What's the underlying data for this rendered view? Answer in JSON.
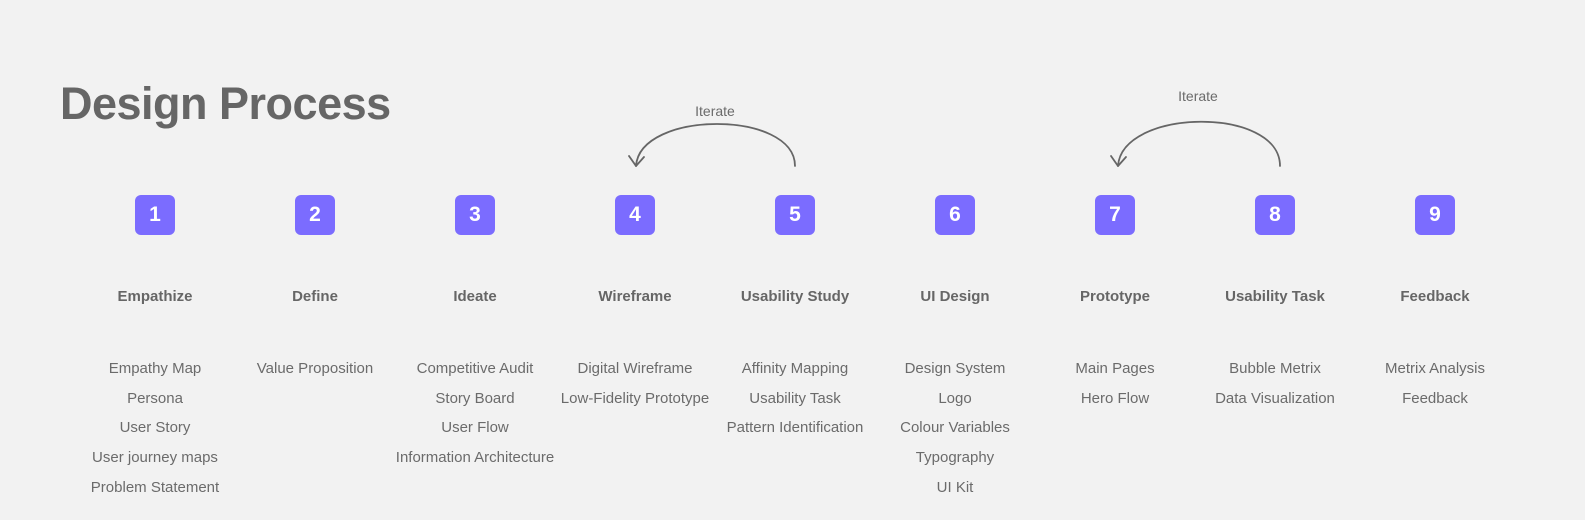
{
  "title": "Design Process",
  "accent_color": "#7b6cff",
  "iterations": [
    {
      "label": "Iterate",
      "from_step": 5,
      "to_step": 4
    },
    {
      "label": "Iterate",
      "from_step": 8,
      "to_step": 7
    }
  ],
  "steps": [
    {
      "number": "1",
      "name": "Empathize",
      "items": [
        "Empathy Map",
        "Persona",
        "User Story",
        "User journey maps",
        "Problem Statement"
      ]
    },
    {
      "number": "2",
      "name": "Define",
      "items": [
        "Value Proposition"
      ]
    },
    {
      "number": "3",
      "name": "Ideate",
      "items": [
        "Competitive Audit",
        "Story Board",
        "User Flow",
        "Information Architecture"
      ]
    },
    {
      "number": "4",
      "name": "Wireframe",
      "items": [
        "Digital Wireframe",
        "Low-Fidelity Prototype"
      ]
    },
    {
      "number": "5",
      "name": "Usability Study",
      "items": [
        "Affinity Mapping",
        "Usability Task",
        "Pattern Identification"
      ]
    },
    {
      "number": "6",
      "name": "UI Design",
      "items": [
        "Design System",
        "Logo",
        "Colour Variables",
        "Typography",
        "UI Kit"
      ]
    },
    {
      "number": "7",
      "name": "Prototype",
      "items": [
        "Main Pages",
        "Hero Flow"
      ]
    },
    {
      "number": "8",
      "name": "Usability Task",
      "items": [
        "Bubble Metrix",
        "Data Visualization"
      ]
    },
    {
      "number": "9",
      "name": "Feedback",
      "items": [
        "Metrix Analysis",
        "Feedback"
      ]
    }
  ]
}
